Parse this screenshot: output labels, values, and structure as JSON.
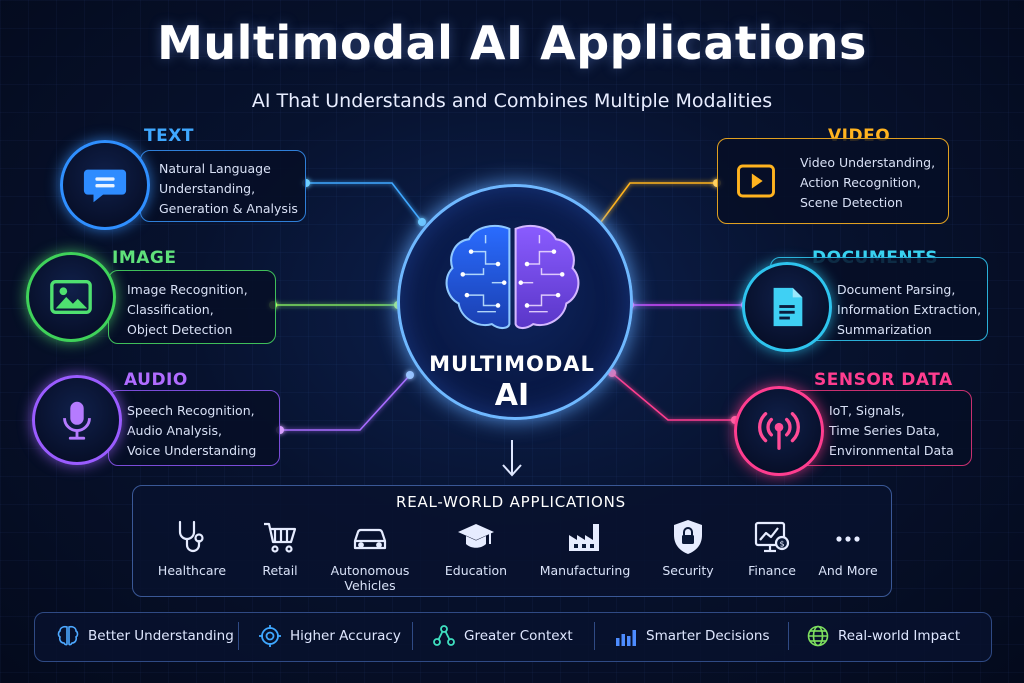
{
  "title": "Multimodal AI Applications",
  "subtitle": "AI That Understands and Combines Multiple Modalities",
  "hub": {
    "line1": "MULTIMODAL",
    "line2": "AI"
  },
  "modalities": {
    "text": {
      "title": "TEXT",
      "color": "#3fa8ff",
      "lines": [
        "Natural Language",
        "Understanding,",
        "Generation & Analysis"
      ],
      "icon": "chat-bubble-icon"
    },
    "image": {
      "title": "IMAGE",
      "color": "#5fe07a",
      "lines": [
        "Image Recognition,",
        "Classification,",
        "Object Detection"
      ],
      "icon": "picture-icon"
    },
    "audio": {
      "title": "AUDIO",
      "color": "#b06cff",
      "lines": [
        "Speech Recognition,",
        "Audio Analysis,",
        "Voice Understanding"
      ],
      "icon": "microphone-icon"
    },
    "video": {
      "title": "VIDEO",
      "color": "#ffb31f",
      "lines": [
        "Video Understanding,",
        "Action Recognition,",
        "Scene Detection"
      ],
      "icon": "play-icon"
    },
    "documents": {
      "title": "DOCUMENTS",
      "color": "#39d2f0",
      "lines": [
        "Document Parsing,",
        "Information Extraction,",
        "Summarization"
      ],
      "icon": "document-icon"
    },
    "sensor": {
      "title": "SENSOR DATA",
      "color": "#ff3d8f",
      "lines": [
        "IoT, Signals,",
        "Time Series Data,",
        "Environmental Data"
      ],
      "icon": "signal-icon"
    }
  },
  "applications": {
    "title": "REAL-WORLD APPLICATIONS",
    "items": [
      {
        "label": "Healthcare",
        "icon": "stethoscope-icon"
      },
      {
        "label": "Retail",
        "icon": "cart-icon"
      },
      {
        "label": "Autonomous Vehicles",
        "icon": "car-icon"
      },
      {
        "label": "Education",
        "icon": "graduation-cap-icon"
      },
      {
        "label": "Manufacturing",
        "icon": "factory-icon"
      },
      {
        "label": "Security",
        "icon": "shield-lock-icon"
      },
      {
        "label": "Finance",
        "icon": "finance-chart-icon"
      },
      {
        "label": "And More",
        "icon": "more-dots-icon"
      }
    ]
  },
  "benefits": [
    {
      "label": "Better Understanding",
      "icon": "brain-icon"
    },
    {
      "label": "Higher Accuracy",
      "icon": "target-icon"
    },
    {
      "label": "Greater Context",
      "icon": "network-icon"
    },
    {
      "label": "Smarter Decisions",
      "icon": "bar-chart-icon"
    },
    {
      "label": "Real-world Impact",
      "icon": "globe-icon"
    }
  ]
}
